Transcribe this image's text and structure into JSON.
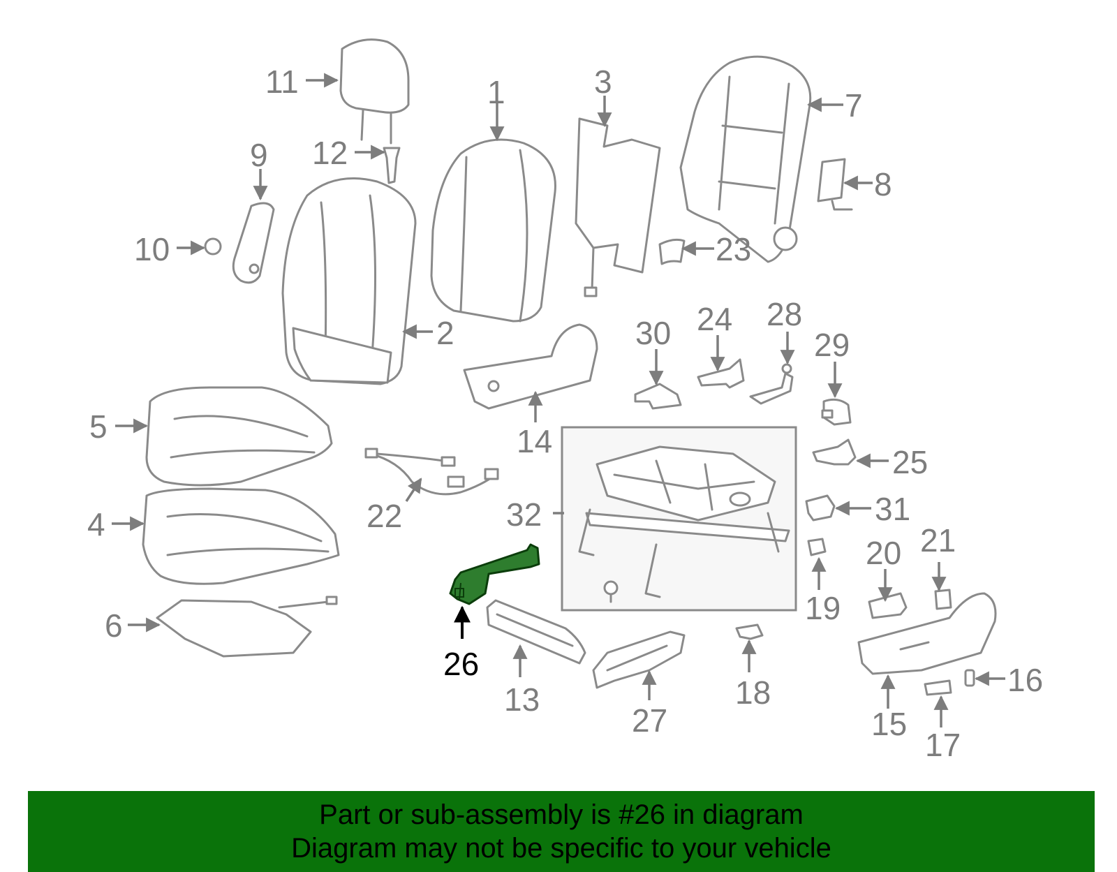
{
  "diagram": {
    "labels": {
      "p1": "1",
      "p2": "2",
      "p3": "3",
      "p4": "4",
      "p5": "5",
      "p6": "6",
      "p7": "7",
      "p8": "8",
      "p9": "9",
      "p10": "10",
      "p11": "11",
      "p12": "12",
      "p13": "13",
      "p14": "14",
      "p15": "15",
      "p16": "16",
      "p17": "17",
      "p18": "18",
      "p19": "19",
      "p20": "20",
      "p21": "21",
      "p22": "22",
      "p23": "23",
      "p24": "24",
      "p25": "25",
      "p26": "26",
      "p27": "27",
      "p28": "28",
      "p29": "29",
      "p30": "30",
      "p31": "31",
      "p32": "32"
    },
    "highlight_color": "#2e7d2e"
  },
  "banner": {
    "line1": "Part or sub-assembly is #26 in diagram",
    "line2": "Diagram may not be specific to your vehicle",
    "color": "#0a730a"
  }
}
